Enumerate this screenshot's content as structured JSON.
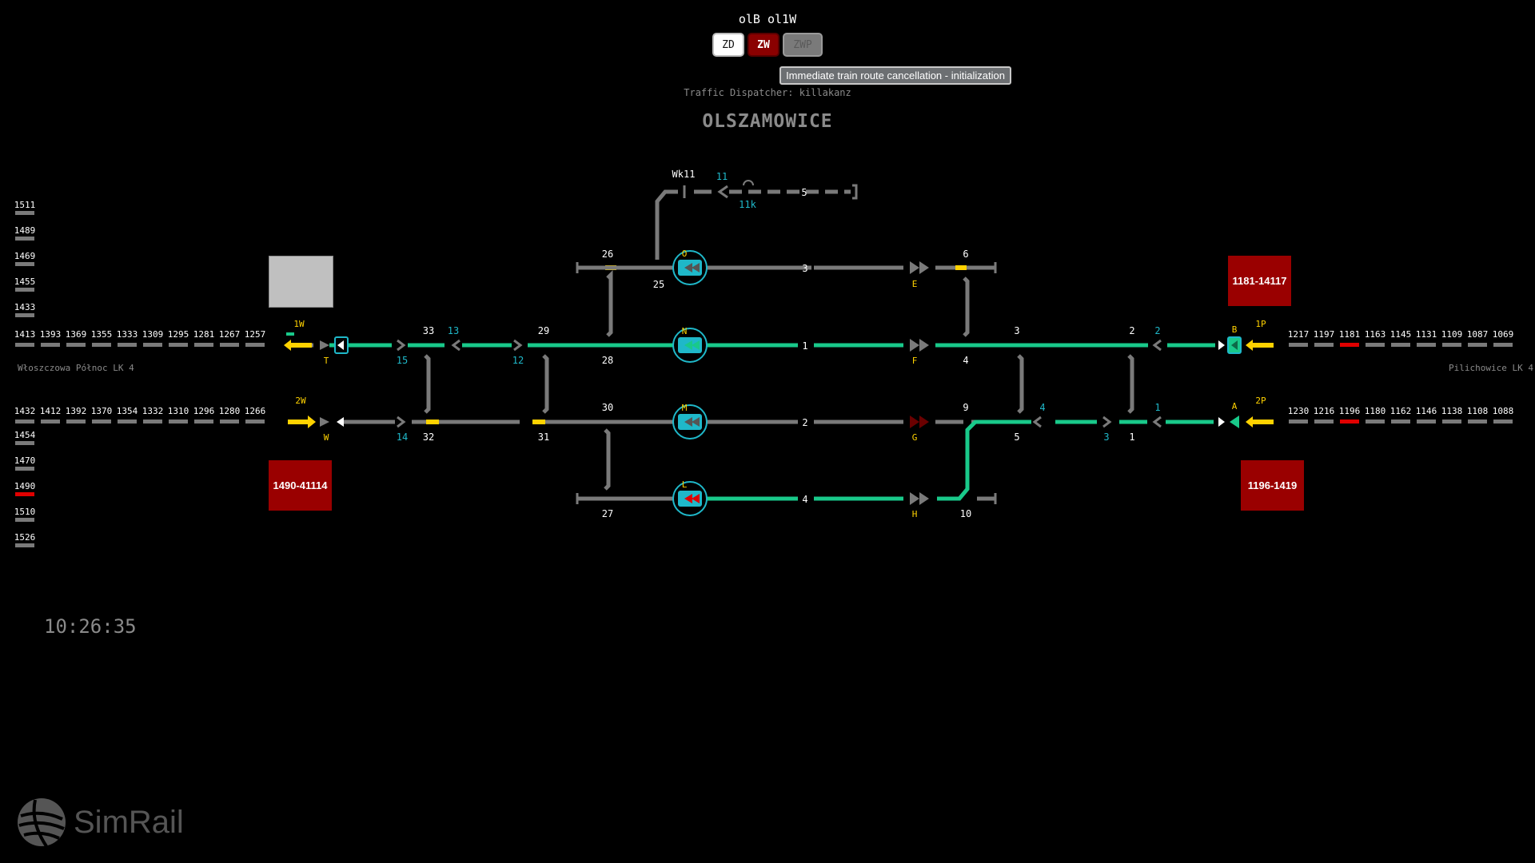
{
  "header": {
    "code": "olB ol1W",
    "buttons": {
      "zd": "ZD",
      "zw": "ZW",
      "zwp": "ZWP"
    },
    "tooltip": "Immediate train route cancellation - initialization",
    "dispatcher": "Traffic Dispatcher: killakanz",
    "station_name": "OLSZAMOWICE"
  },
  "clock": "10:26:35",
  "logo": {
    "text": "SimRail"
  },
  "directions": {
    "left": "Włoszczowa Północ LK 4",
    "right": "Pilichowice LK 4"
  },
  "boxes": {
    "top_right": "1181-14117",
    "bottom_left": "1490-41114",
    "bottom_right": "1196-1419"
  },
  "colors": {
    "route": "#19c98a",
    "track": "#7a7a7a",
    "signal_yellow": "#ffd200",
    "occupied": "#e00000",
    "accent_cyan": "#1fb8c9",
    "box_red": "#9a0000"
  },
  "left_column": {
    "items": [
      {
        "label": "1511",
        "occupied": false
      },
      {
        "label": "1489",
        "occupied": false
      },
      {
        "label": "1469",
        "occupied": false
      },
      {
        "label": "1455",
        "occupied": false
      },
      {
        "label": "1433",
        "occupied": false
      },
      {
        "label": "1490",
        "occupied": true
      },
      {
        "label": "1470",
        "occupied": false
      },
      {
        "label": "1454",
        "occupied": false
      },
      {
        "label": "1510",
        "occupied": false
      },
      {
        "label": "1526",
        "occupied": false
      }
    ]
  },
  "blocks": {
    "left_upper": [
      "1413",
      "1393",
      "1369",
      "1355",
      "1333",
      "1309",
      "1295",
      "1281",
      "1267",
      "1257"
    ],
    "left_lower": [
      "1432",
      "1412",
      "1392",
      "1370",
      "1354",
      "1332",
      "1310",
      "1296",
      "1280",
      "1266"
    ],
    "right_upper": [
      {
        "label": "1217",
        "occupied": false
      },
      {
        "label": "1197",
        "occupied": false
      },
      {
        "label": "1181",
        "occupied": true
      },
      {
        "label": "1163",
        "occupied": false
      },
      {
        "label": "1145",
        "occupied": false
      },
      {
        "label": "1131",
        "occupied": false
      },
      {
        "label": "1109",
        "occupied": false
      },
      {
        "label": "1087",
        "occupied": false
      },
      {
        "label": "1069",
        "occupied": false
      }
    ],
    "right_lower": [
      {
        "label": "1230",
        "occupied": false
      },
      {
        "label": "1216",
        "occupied": false
      },
      {
        "label": "1196",
        "occupied": true
      },
      {
        "label": "1180",
        "occupied": false
      },
      {
        "label": "1162",
        "occupied": false
      },
      {
        "label": "1146",
        "occupied": false
      },
      {
        "label": "1138",
        "occupied": false
      },
      {
        "label": "1108",
        "occupied": false
      },
      {
        "label": "1088",
        "occupied": false
      }
    ]
  },
  "signals": {
    "entry_1w": "1W",
    "entry_2w": "2W",
    "entry_1p": "1P",
    "entry_2p": "2P",
    "t": "T",
    "w": "W",
    "a": "A",
    "b": "B",
    "e": "E",
    "f": "F",
    "g": "G",
    "h": "H",
    "o": "O",
    "n": "N",
    "m": "M",
    "l": "L"
  },
  "switches": {
    "s33": "33",
    "s13": "13",
    "s29": "29",
    "s15": "15",
    "s12": "12",
    "s28": "28",
    "s14": "14",
    "s32": "32",
    "s30": "30",
    "s31": "31",
    "s26": "26",
    "s25": "25",
    "s27": "27",
    "s6": "6",
    "s3": "3",
    "s4": "4",
    "s9": "9",
    "s10": "10",
    "s5": "5",
    "s1": "1",
    "s2": "2",
    "s2b": "2",
    "s4b": "4",
    "s1b": "1",
    "s3b": "3",
    "s11": "11",
    "s11k": "11k"
  },
  "tracks": {
    "t1": "1",
    "t2": "2",
    "t3": "3",
    "t4": "4",
    "t5": "5",
    "wk11": "Wk11"
  }
}
